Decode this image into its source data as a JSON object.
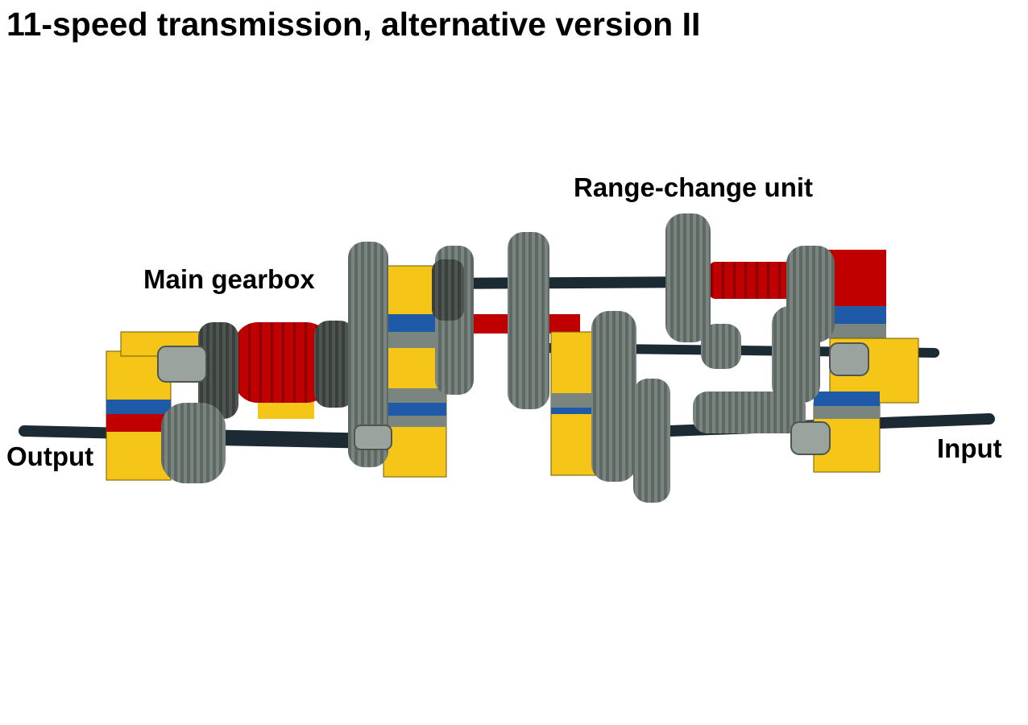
{
  "title": "11-speed transmission, alternative version II",
  "labels": {
    "main_gearbox": "Main gearbox",
    "range_change_unit": "Range-change unit",
    "output": "Output",
    "input": "Input"
  },
  "colors": {
    "yellow": "#f5c518",
    "red": "#c00000",
    "blue": "#1f5aa8",
    "gray": "#7a8580",
    "dark_gray": "#4f5551",
    "axle": "#1c2b33"
  }
}
